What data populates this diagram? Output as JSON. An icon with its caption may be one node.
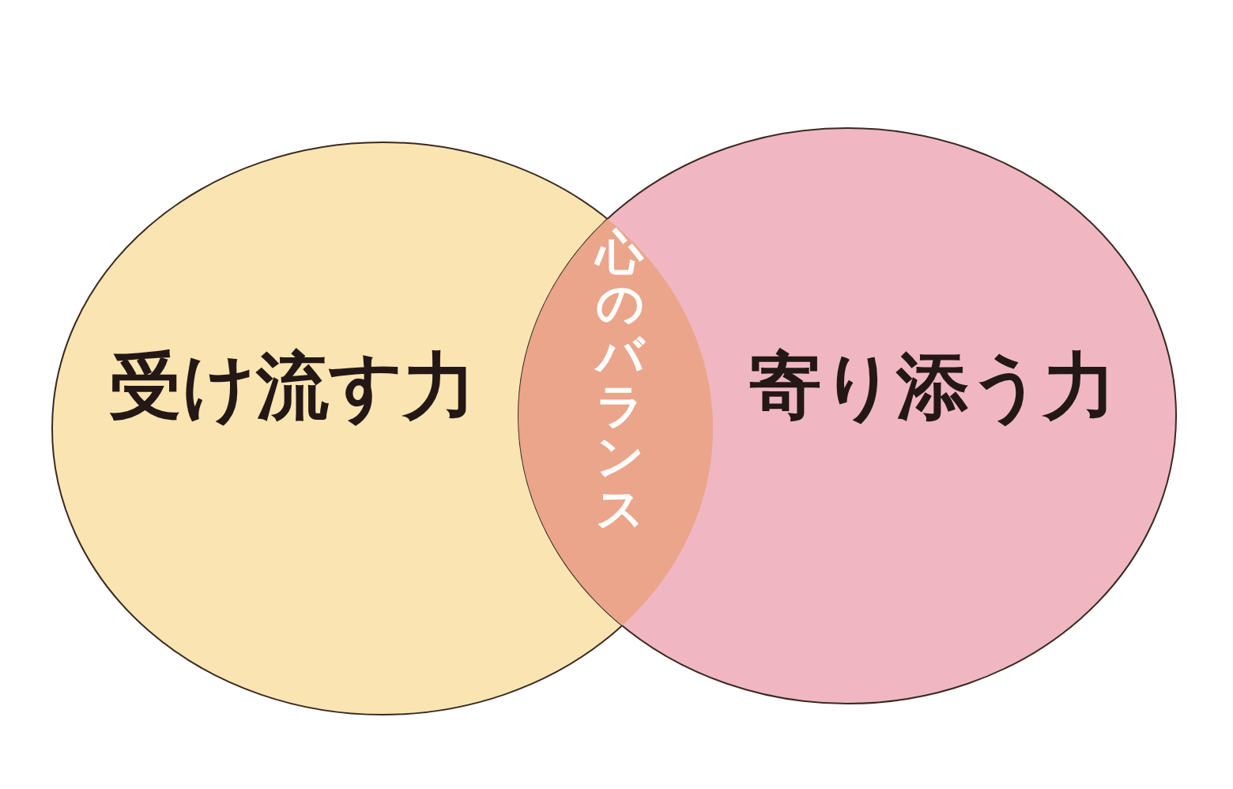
{
  "diagram": {
    "nodes": [
      {
        "text": [
          "受け流す力"
        ]
      },
      {
        "text": [
          "寄り添う力"
        ]
      },
      {
        "text": [
          "心のバランス"
        ]
      }
    ]
  }
}
